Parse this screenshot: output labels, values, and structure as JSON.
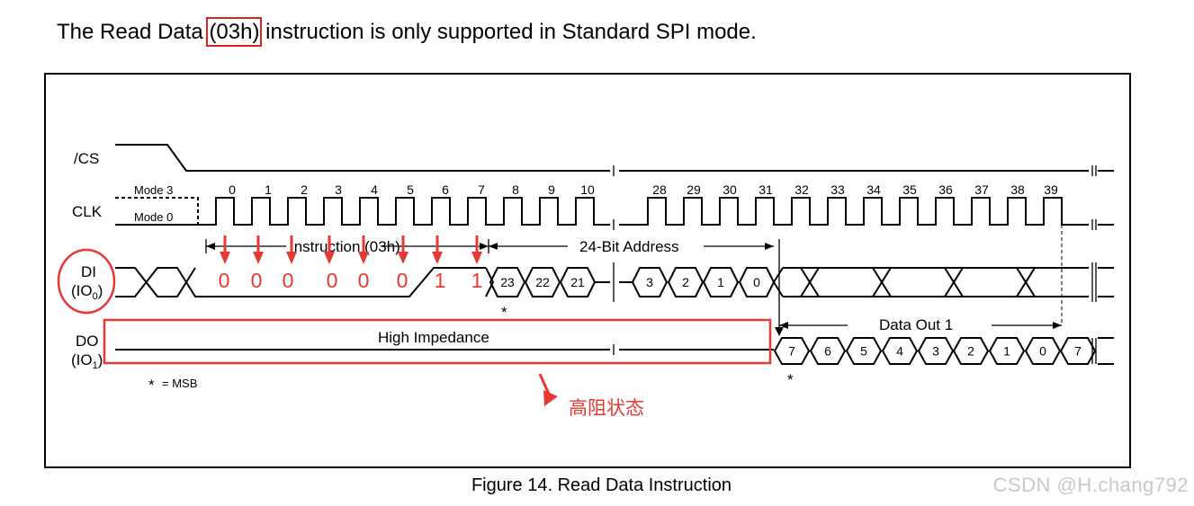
{
  "heading": {
    "before": "The Read Data ",
    "code": "(03h)",
    "after": " instruction is only supported in Standard SPI mode."
  },
  "signals": {
    "cs": "/CS",
    "clk": "CLK",
    "di": "DI",
    "di_sub": "(IO",
    "di_sub_index": "0",
    "do": "DO",
    "do_sub": "(IO",
    "do_sub_index": "1",
    "close_paren": ")"
  },
  "modes": {
    "mode3": "Mode 3",
    "mode0": "Mode 0"
  },
  "clock_numbers": [
    "0",
    "1",
    "2",
    "3",
    "4",
    "5",
    "6",
    "7",
    "8",
    "9",
    "10",
    "28",
    "29",
    "30",
    "31",
    "32",
    "33",
    "34",
    "35",
    "36",
    "37",
    "38",
    "39"
  ],
  "annotations": {
    "instruction": "Instruction (03h)",
    "address": "24-Bit Address",
    "data_out": "Data Out 1",
    "high_impedance": "High Impedance",
    "msb_marker": "*",
    "msb_legend": "= MSB",
    "chinese_note": "高阻状态"
  },
  "di_address_bits": [
    "23",
    "22",
    "21",
    "3",
    "2",
    "1",
    "0"
  ],
  "do_data_bits": [
    "7",
    "6",
    "5",
    "4",
    "3",
    "2",
    "1",
    "0",
    "7"
  ],
  "handwritten_bits": [
    "0",
    "0",
    "0",
    "0",
    "0",
    "0",
    "1",
    "1"
  ],
  "caption": "Figure 14. Read Data Instruction",
  "watermark": "CSDN @H.chang792",
  "colors": {
    "highlight": "#e53935",
    "line": "#000000"
  }
}
